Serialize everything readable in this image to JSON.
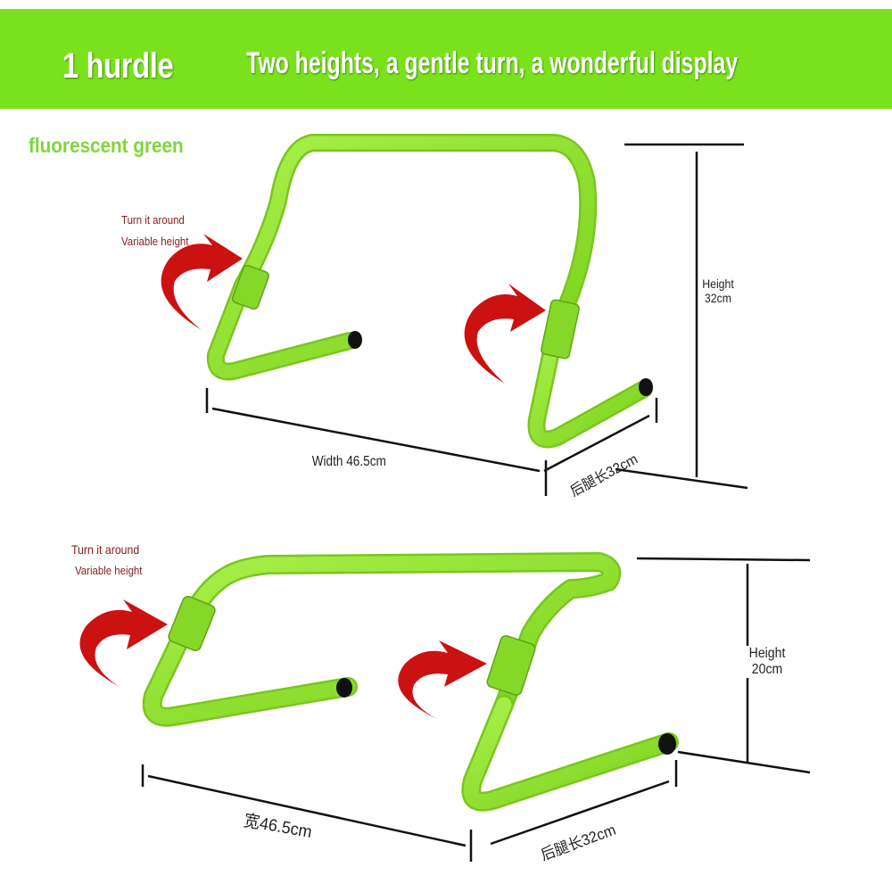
{
  "banner": {
    "title": "1 hurdle",
    "tagline": "Two heights, a gentle turn, a wonderful display"
  },
  "color_label": "fluorescent green",
  "top_hurdle": {
    "note_line1": "Turn it around",
    "note_line2": "Variable height",
    "height_label": "Height",
    "height_value": "32cm",
    "width_label": "Width 46.5cm",
    "depth_label": "后腿长32cm"
  },
  "bottom_hurdle": {
    "note_line1": "Turn it around",
    "note_line2": "Variable height",
    "height_label": "Height",
    "height_value": "20cm",
    "width_label": "宽46.5cm",
    "depth_label": "后腿长32cm"
  },
  "colors": {
    "banner": "#79e21d",
    "hurdle": "#8ee62a",
    "arrow": "#cc1111",
    "note_text": "#8a1c1c"
  }
}
